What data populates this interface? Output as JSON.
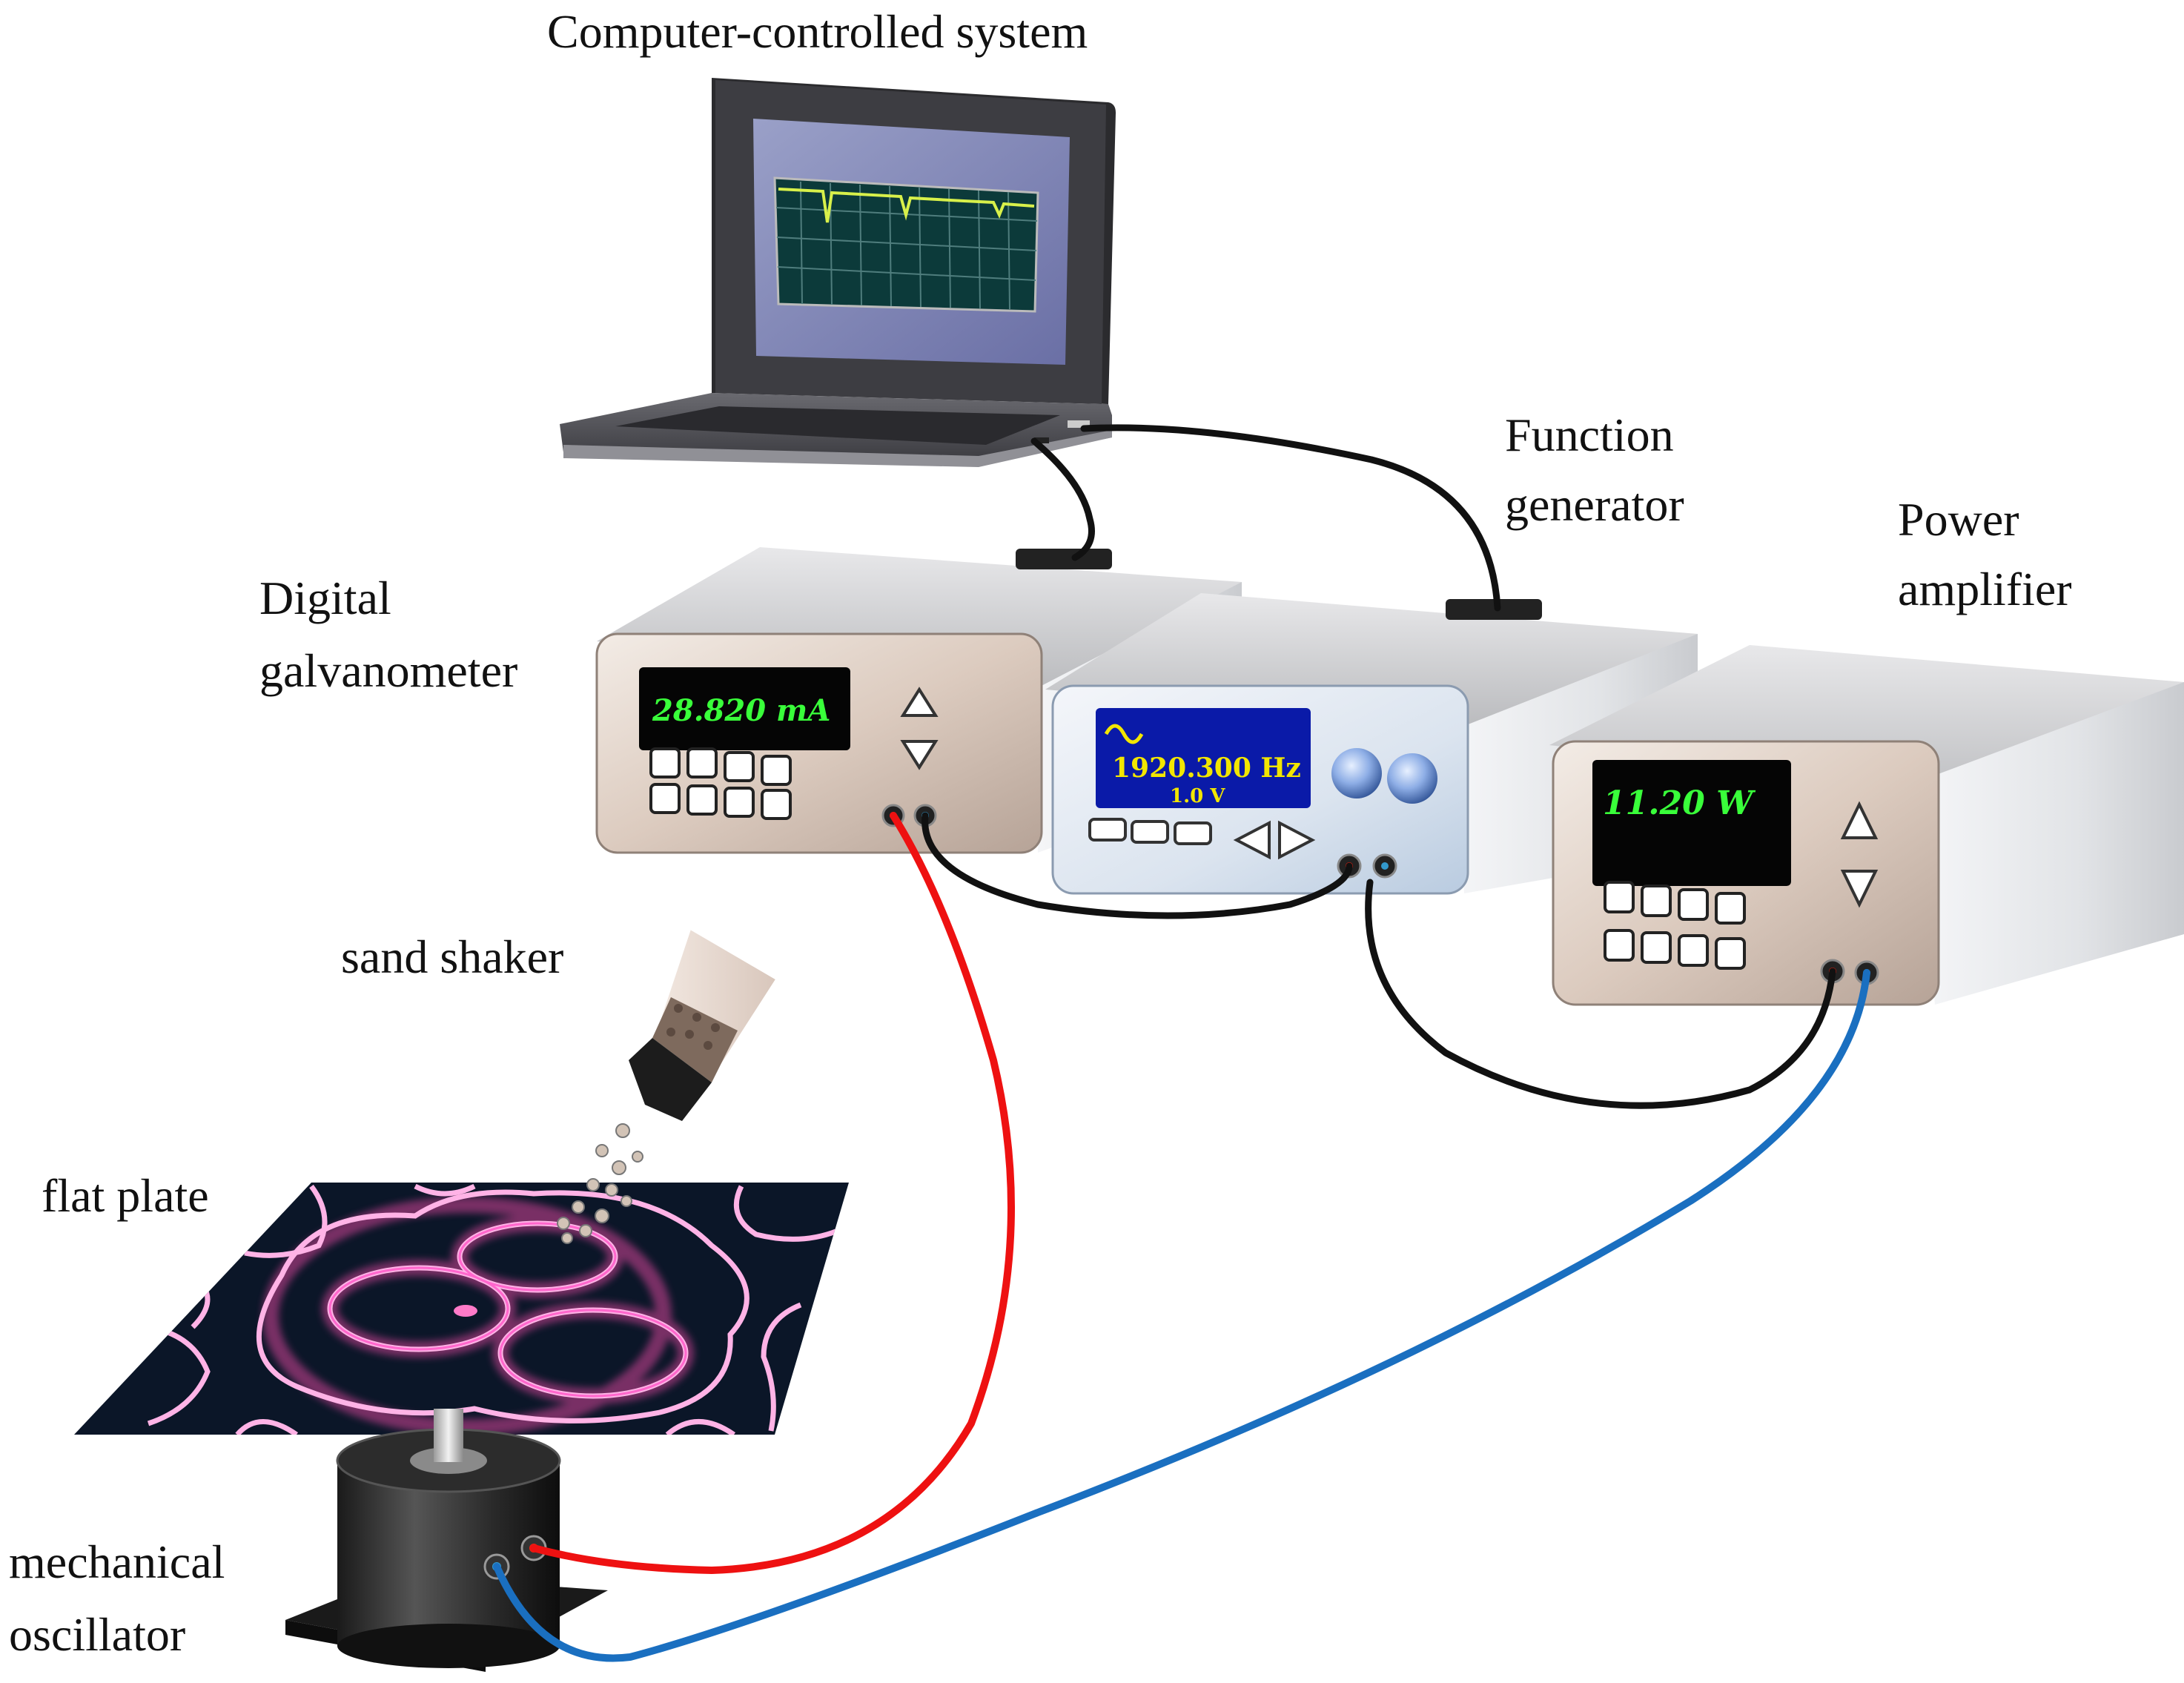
{
  "labels": {
    "computer": "Computer-controlled  system",
    "function_l1": "Function",
    "function_l2": "generator",
    "power_l1": "Power",
    "power_l2": "amplifier",
    "galvo_l1": "Digital",
    "galvo_l2": "galvanometer",
    "sand": "sand shaker",
    "plate": "flat  plate",
    "osc_l1": "mechanical",
    "osc_l2": "oscillator"
  },
  "displays": {
    "galvanometer": "28.820 mA",
    "frequency": "1920.300 Hz",
    "voltage": "1.0 V",
    "power": "11.20 W"
  },
  "colors": {
    "display_text": "#39ff3a",
    "display_text_fg": "#f2e600",
    "display_bg": "#050505",
    "fg_screen": "#0a1aa8",
    "red_wire": "#ee1111",
    "blue_wire": "#1a6fc0",
    "black_wire": "#111111",
    "chladni_line": "#ff66cc",
    "plate_bg": "#0b1628"
  },
  "icons": {
    "up_down": "up-down-arrows-icon",
    "sine": "sine-wave-icon",
    "left_right": "left-right-arrows-icon"
  }
}
